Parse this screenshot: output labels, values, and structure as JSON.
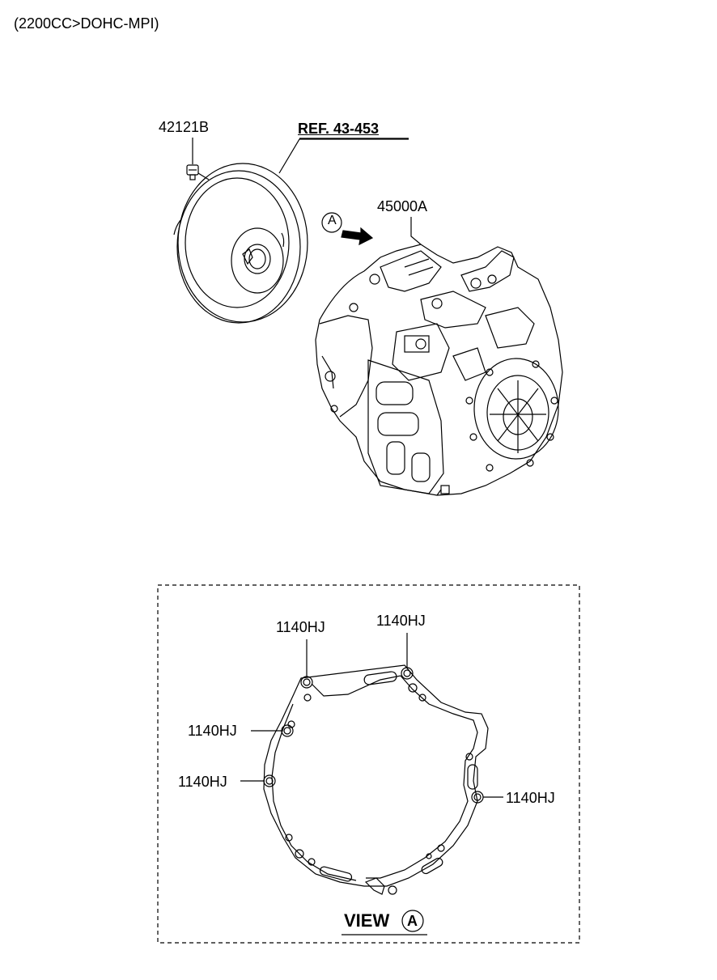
{
  "header": {
    "spec": "(2200CC>DOHC-MPI)"
  },
  "parts": {
    "bolt_label": "42121B",
    "ref_label": "REF. 43-453",
    "transaxle_label": "45000A",
    "view_marker": "A"
  },
  "view": {
    "title": "VIEW",
    "marker": "A",
    "bolt_labels": [
      "1140HJ",
      "1140HJ",
      "1140HJ",
      "1140HJ",
      "1140HJ"
    ]
  },
  "colors": {
    "line": "#000000",
    "background": "#ffffff"
  }
}
